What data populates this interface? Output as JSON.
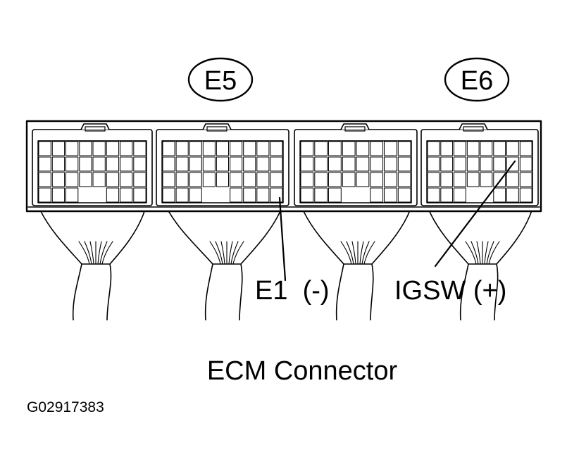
{
  "connector_labels": {
    "e5": "E5",
    "e6": "E6"
  },
  "terminal_labels": {
    "e1": "E1  (-)",
    "igsw": "IGSW (+)"
  },
  "caption": "ECM Connector",
  "figure_code": "G02917383",
  "colors": {
    "line": "#000000",
    "background": "#ffffff"
  }
}
